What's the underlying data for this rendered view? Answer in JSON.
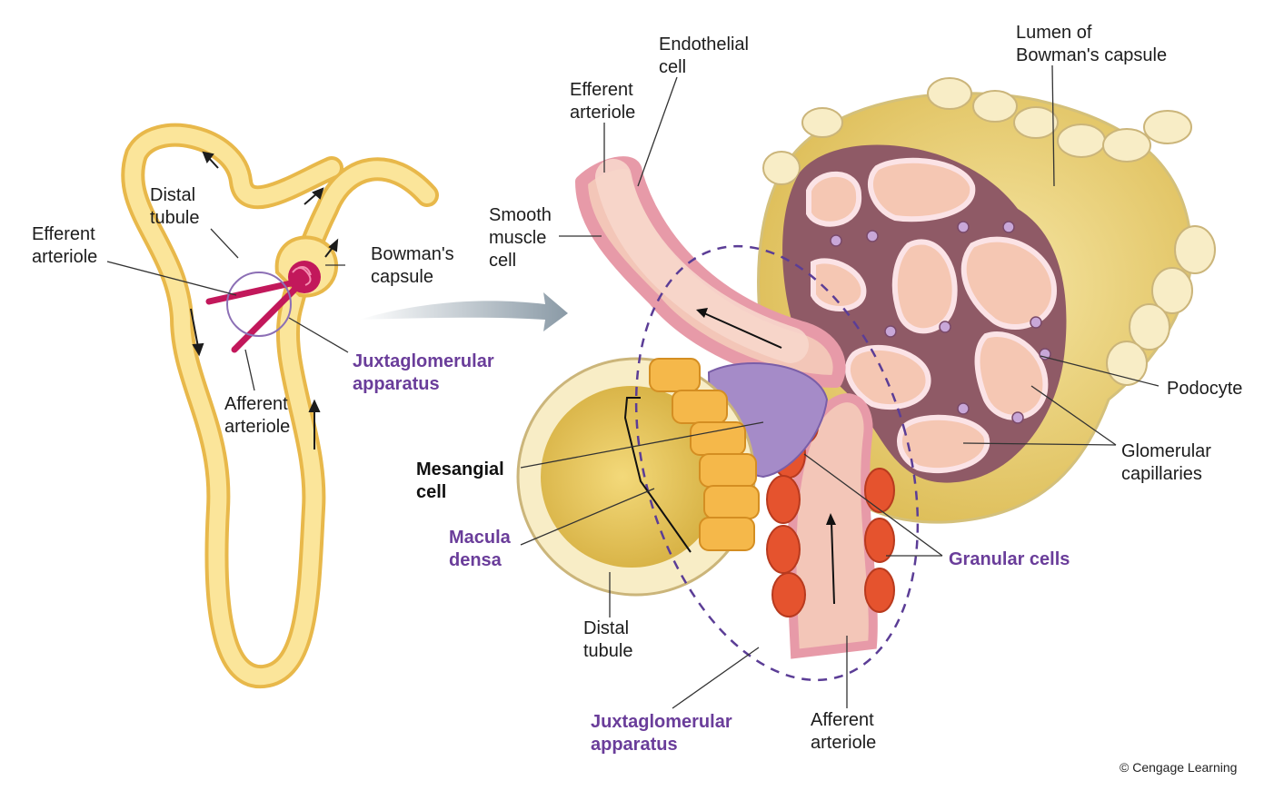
{
  "labels": {
    "left_efferent_arteriole": [
      "Efferent",
      "arteriole"
    ],
    "left_distal_tubule": [
      "Distal",
      "tubule"
    ],
    "left_bowmans_capsule": [
      "Bowman's",
      "capsule"
    ],
    "left_afferent_arteriole": [
      "Afferent",
      "arteriole"
    ],
    "left_juxtaglomerular": [
      "Juxtaglomerular",
      "apparatus"
    ],
    "endothelial_cell": [
      "Endothelial",
      "cell"
    ],
    "efferent_arteriole": [
      "Efferent",
      "arteriole"
    ],
    "smooth_muscle_cell": [
      "Smooth",
      "muscle",
      "cell"
    ],
    "lumen_bowmans": [
      "Lumen of",
      "Bowman's capsule"
    ],
    "podocyte": [
      "Podocyte"
    ],
    "glomerular_capillaries": [
      "Glomerular",
      "capillaries"
    ],
    "granular_cells": [
      "Granular cells"
    ],
    "mesangial_cell": [
      "Mesangial",
      "cell"
    ],
    "macula_densa": [
      "Macula",
      "densa"
    ],
    "distal_tubule": [
      "Distal",
      "tubule"
    ],
    "juxtaglomerular_apparatus": [
      "Juxtaglomerular",
      "apparatus"
    ],
    "afferent_arteriole": [
      "Afferent",
      "arteriole"
    ]
  },
  "copyright": "© Cengage Learning",
  "colors": {
    "tubule_fill": "#fbe59a",
    "tubule_edge": "#e8b84a",
    "capsule_lumen": "#e3c45a",
    "vessel_fill": "#f3c6b8",
    "vessel_wall": "#e79aa8",
    "capillary_tuft": "#8f5a66",
    "granular": "#e5532e",
    "macula": "#f5b84a",
    "mesangial": "#a58bc8",
    "accent_purple": "#6a3d9a",
    "dashed": "#5b3d96",
    "glomerulus_small": "#c2185b"
  }
}
